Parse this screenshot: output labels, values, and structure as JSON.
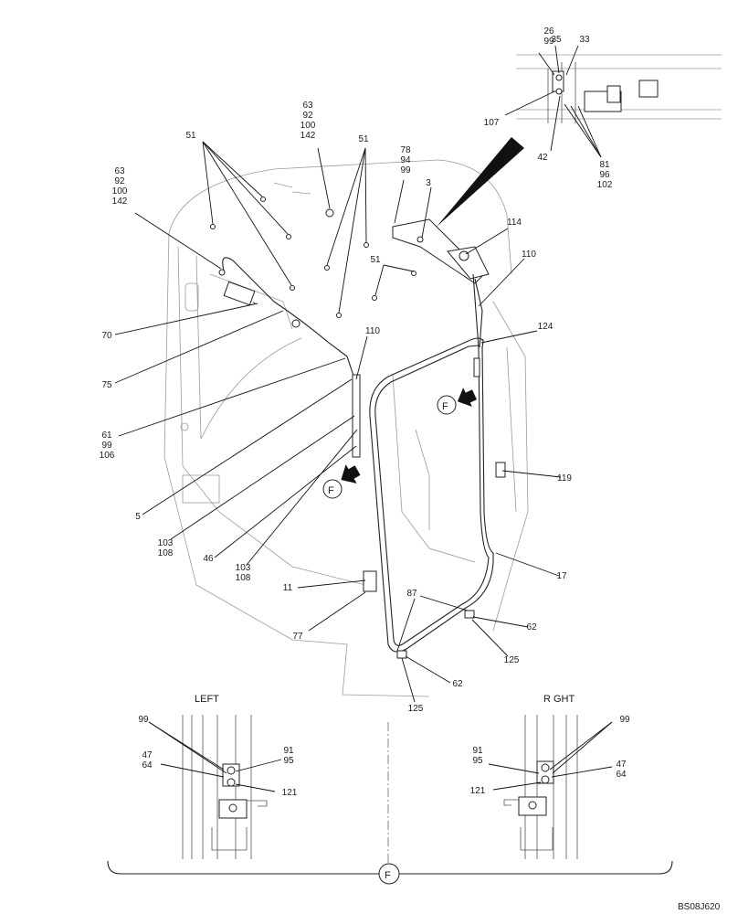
{
  "drawing_id": "BS08J620",
  "detail_marker": "F",
  "captions": {
    "left": "LEFT",
    "right": "R GHT"
  },
  "labels": {
    "l_26_99": "26\n99",
    "l_35": "35",
    "l_33": "33",
    "l_107": "107",
    "l_42": "42",
    "l_81_96_102": "81\n96\n102",
    "l_63_top": "63\n92\n100\n142",
    "l_63_left": "63\n92\n100\n142",
    "l_51_a": "51",
    "l_51_b": "51",
    "l_51_c": "51",
    "l_78_94_99": "78\n94\n99",
    "l_3": "3",
    "l_114": "114",
    "l_110_r": "110",
    "l_70": "70",
    "l_75": "75",
    "l_110_l": "110",
    "l_124": "124",
    "l_61_99_106": "61\n99\n106",
    "l_5": "5",
    "l_103_108_a": "103\n108",
    "l_46": "46",
    "l_103_108_b": "103\n108",
    "l_119": "119",
    "l_17": "17",
    "l_11": "11",
    "l_77": "77",
    "l_87": "87",
    "l_62_a": "62",
    "l_125_a": "125",
    "l_62_b": "62",
    "l_125_b": "125",
    "d_99_l": "99",
    "d_47_64_l": "47\n64",
    "d_91_95_l": "91\n95",
    "d_121_l": "121",
    "d_91_95_r": "91\n95",
    "d_99_r": "99",
    "d_47_64_r": "47\n64",
    "d_121_r": "121"
  }
}
